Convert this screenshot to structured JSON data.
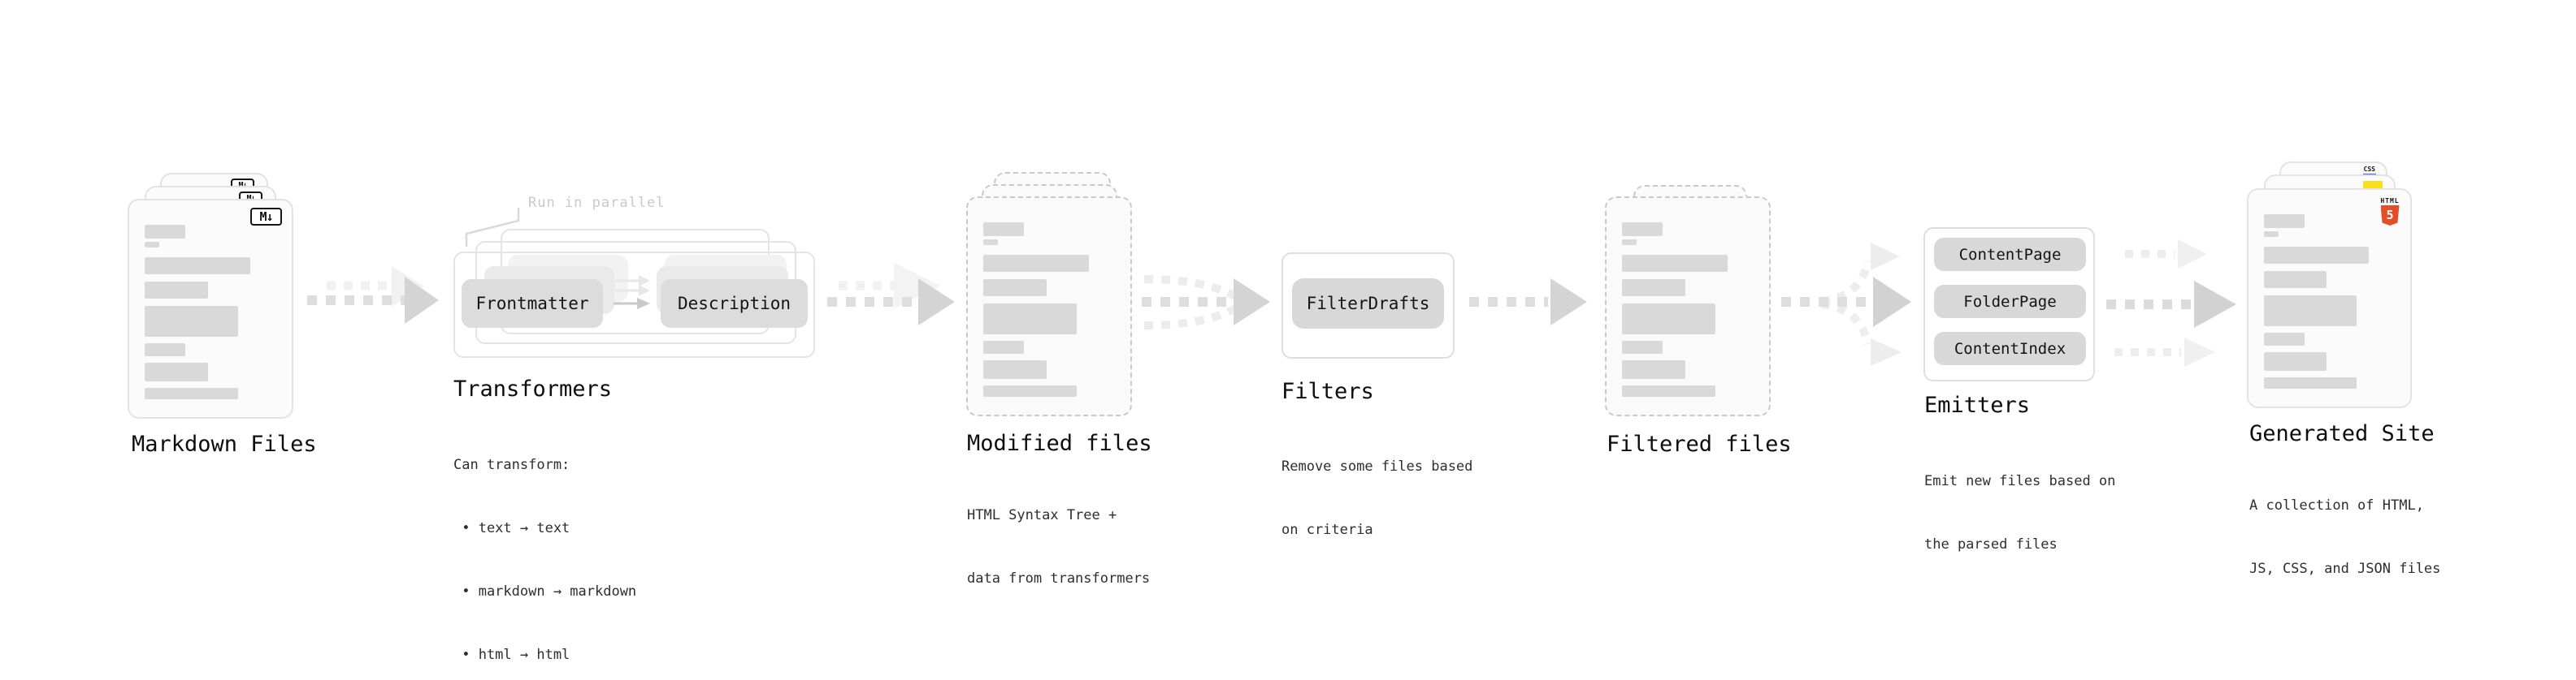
{
  "colors": {
    "arrow_gray": "#d4d4d4",
    "ghost_gray": "#f0f0f0",
    "box_gray": "#dcdcdc",
    "bar_gray": "#d9d9d9",
    "css_blue": "#2965f1",
    "js_yellow": "#f7df1e",
    "html5_orange": "#e44d26"
  },
  "stages": {
    "markdown": {
      "label": "Markdown Files",
      "badge": "M↓"
    },
    "transformers": {
      "label": "Transformers",
      "annotation": "Run in parallel",
      "box_left": "Frontmatter",
      "box_right": "Description",
      "caption_lines": [
        "Can transform:",
        " • text → text",
        " • markdown → markdown",
        " • html → html"
      ]
    },
    "modified": {
      "label": "Modified files",
      "caption_lines": [
        "HTML Syntax Tree +",
        "data from transformers"
      ]
    },
    "filters": {
      "label": "Filters",
      "box": "FilterDrafts",
      "caption_lines": [
        "Remove some files based",
        "on criteria"
      ]
    },
    "filtered": {
      "label": "Filtered files"
    },
    "emitters": {
      "label": "Emitters",
      "boxes": [
        "ContentPage",
        "FolderPage",
        "ContentIndex"
      ],
      "caption_lines": [
        "Emit new files based on",
        "the parsed files"
      ]
    },
    "generated": {
      "label": "Generated Site",
      "caption_lines": [
        "A collection of HTML,",
        "JS, CSS, and JSON files"
      ],
      "css_label": "CSS",
      "html_label": "HTML",
      "html5_number": "5"
    }
  }
}
